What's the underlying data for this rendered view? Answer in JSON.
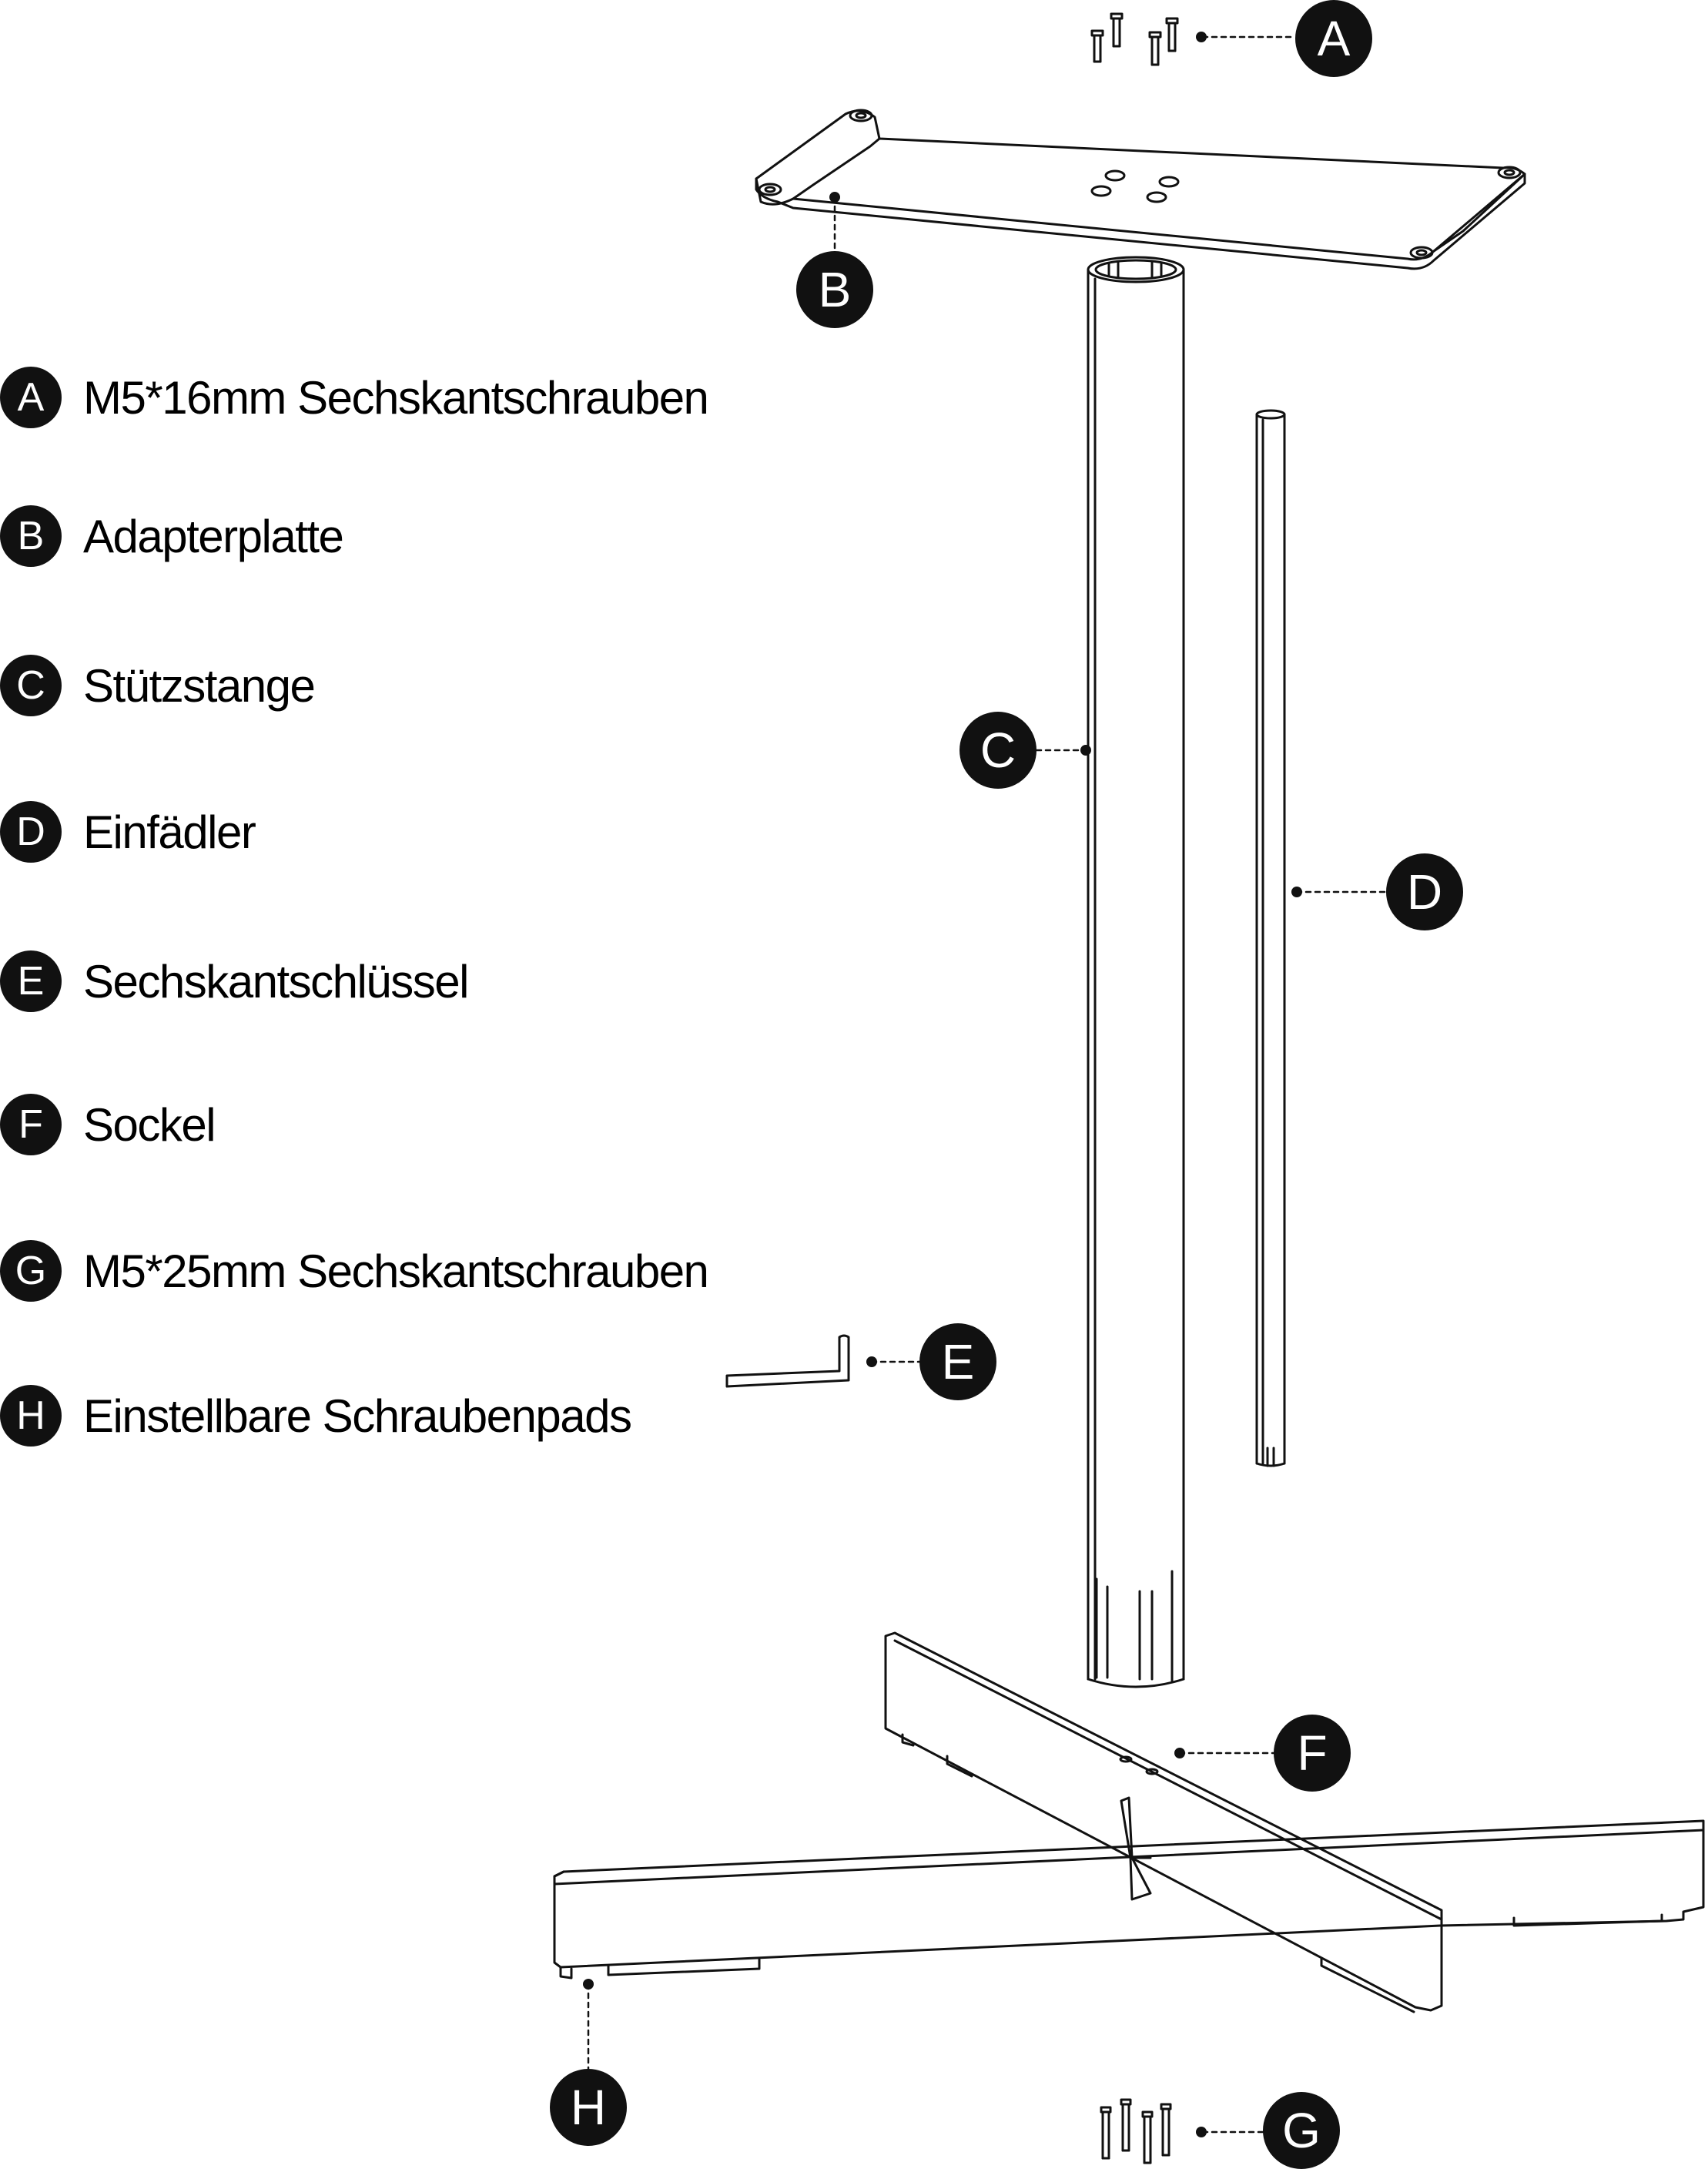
{
  "legend": [
    {
      "letter": "A",
      "label": "M5*16mm Sechskantschrauben"
    },
    {
      "letter": "B",
      "label": "Adapterplatte"
    },
    {
      "letter": "C",
      "label": "Stützstange"
    },
    {
      "letter": "D",
      "label": "Einfädler"
    },
    {
      "letter": "E",
      "label": "Sechskantschlüssel"
    },
    {
      "letter": "F",
      "label": "Sockel"
    },
    {
      "letter": "G",
      "label": "M5*25mm Sechskantschrauben"
    },
    {
      "letter": "H",
      "label": "Einstellbare Schraubenpads"
    }
  ],
  "callouts": {
    "a": "A",
    "b": "B",
    "c": "C",
    "d": "D",
    "e": "E",
    "f": "F",
    "g": "G",
    "h": "H"
  },
  "colors": {
    "ink": "#111111",
    "paper": "#ffffff"
  }
}
